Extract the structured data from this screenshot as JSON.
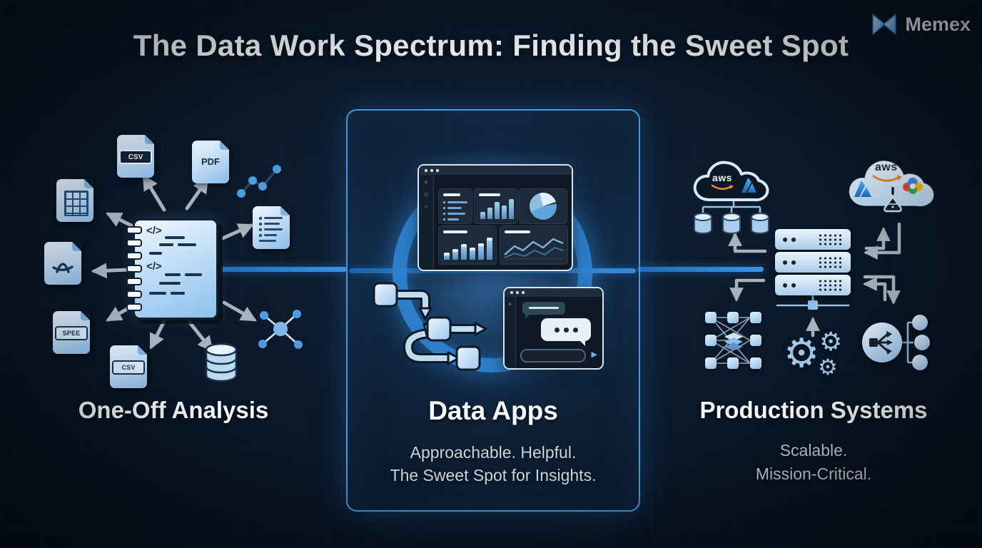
{
  "header": {
    "title": "The Data Work Spectrum: Finding the Sweet Spot",
    "brand": "Memex"
  },
  "icons": {
    "code": "</>",
    "close": "×",
    "gear": "⚙",
    "send": "▶",
    "diamond": "◇",
    "circle": "○"
  },
  "colors": {
    "background": "#0a1623",
    "accent_blue": "#2f86d6",
    "box_border": "#4a97d8",
    "icon_blue": "#9ec9ee",
    "arrow_gray": "#a7b2bc",
    "title_white": "#f3f7fb",
    "subtitle_gray": "#c5ced8",
    "aws_orange": "#f0912e"
  },
  "left": {
    "label": "One-Off Analysis",
    "files": {
      "csv_top": "CSV",
      "pdf": "PDF",
      "spec": "SPEE",
      "csv_bottom": "CSV"
    }
  },
  "center": {
    "label": "Data Apps",
    "subtitle1": "Approachable. Helpful.",
    "subtitle2": "The Sweet Spot for Insights."
  },
  "right": {
    "label": "Production Systems",
    "subtitle1": "Scalable.",
    "subtitle2": "Mission-Critical.",
    "aws_small": "aws",
    "aws_large": "aws"
  }
}
